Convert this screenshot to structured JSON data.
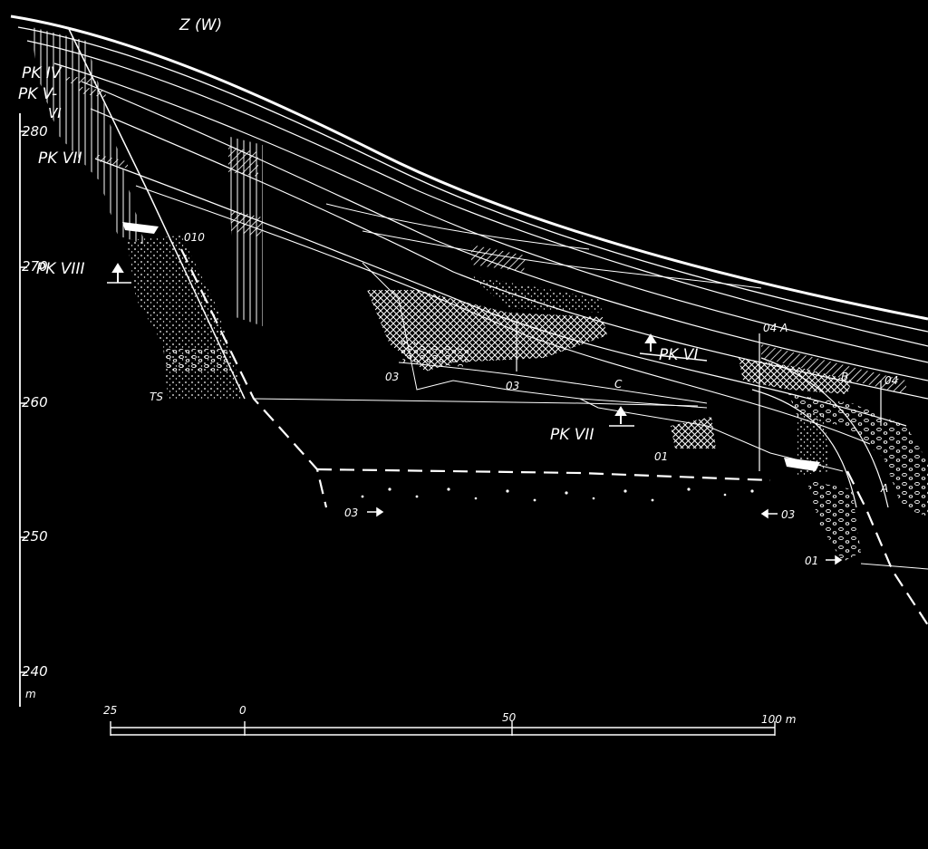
{
  "title": "Z (W)",
  "colors": {
    "background": "#000000",
    "ink": "#ffffff"
  },
  "elevation_axis": {
    "ticks": [
      "280",
      "270",
      "260",
      "250",
      "240"
    ],
    "unit": "m"
  },
  "left_profile_labels": {
    "pk_iv": "PK IV",
    "pk_v": "PK V-",
    "pk_v_cont": "VI",
    "pk_vii": "PK VII",
    "pk_viii": "PK VIII"
  },
  "section_labels": {
    "s010": "010",
    "ts": "TS",
    "s03_a": "03",
    "s03_b": "03",
    "c": "C",
    "pk_vi": "PK VI",
    "pk_vii_center": "PK VII",
    "s01": "01",
    "s03_bottom_left": "03",
    "s03_bottom_right": "03",
    "s04a": "04 A",
    "s04": "04",
    "s01_right": "01",
    "b": "B",
    "a": "A"
  },
  "scale_bar": {
    "labels": [
      "25",
      "0",
      "50",
      "100 m"
    ]
  }
}
